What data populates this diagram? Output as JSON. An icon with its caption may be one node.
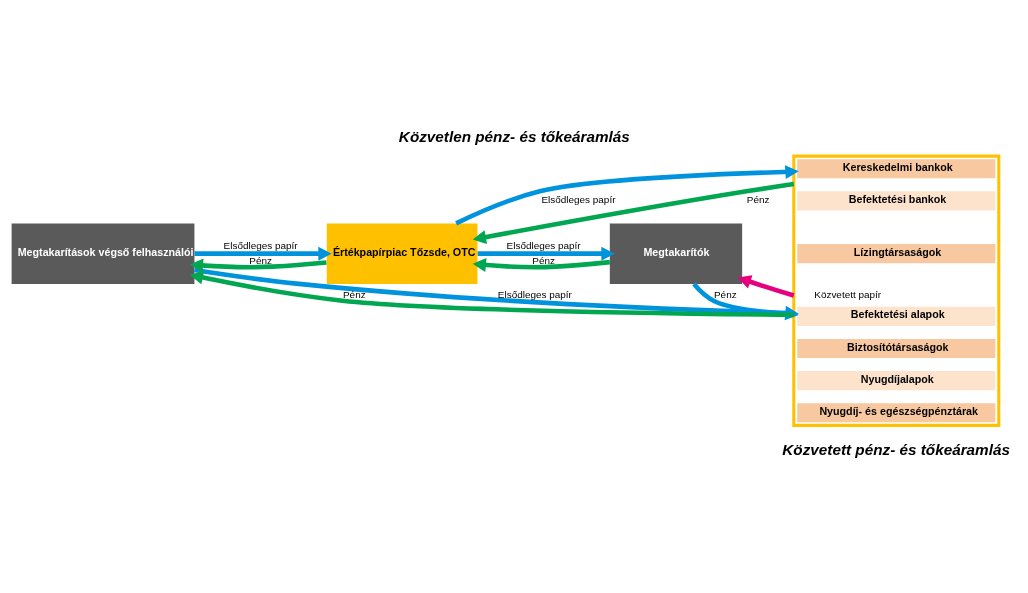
{
  "diagram": {
    "title": "Közvetlen pénz- és tőkeáramlás",
    "caption": "Közvetett pénz- és tőkeáramlás",
    "nodes": [
      {
        "text": [
          "Megtakarítások végső felhasználói"
        ]
      },
      {
        "text": [
          "Értékpapírpiac Tőzsde, OTC"
        ]
      },
      {
        "text": [
          "Megtakarítók"
        ]
      },
      {
        "text": [],
        "shape": "box"
      },
      {
        "text": [
          "Kereskedelmi bankok"
        ],
        "in": 3
      },
      {
        "text": [
          "Befektetési bankok"
        ],
        "in": 3
      },
      {
        "text": [
          "Lízingtársaságok"
        ],
        "in": 3
      },
      {
        "text": [
          "Befektetési alapok"
        ],
        "in": 3
      },
      {
        "text": [
          "Biztosítótársaságok"
        ],
        "in": 3
      },
      {
        "text": [
          "Nyugdíjalapok"
        ],
        "in": 3
      },
      {
        "text": [
          "Nyugdíj- és egészségpénztárak"
        ],
        "in": 3
      }
    ],
    "edges": [
      {
        "from": 1,
        "to": 0,
        "arrow": "to",
        "label": "Pénz",
        "color": "#00a650"
      },
      {
        "from": 0,
        "to": 1,
        "arrow": "to",
        "label": "Elsődleges papír",
        "color": "#0093dd"
      },
      {
        "from": 2,
        "to": 1,
        "arrow": "to",
        "label": "Pénz",
        "color": "#00a650"
      },
      {
        "from": 1,
        "to": 2,
        "arrow": "to",
        "label": "Elsődleges papír",
        "color": "#0093dd"
      },
      {
        "from": 1,
        "to": 3,
        "arrow": "to",
        "label": "Elsődleges papír",
        "color": "#0093dd"
      },
      {
        "from": 3,
        "to": 1,
        "arrow": "to",
        "label": "Pénz",
        "color": "#00a650"
      },
      {
        "from": 0,
        "to": 3,
        "arrow": "to",
        "label": "Elsődleges papír",
        "color": "#0093dd"
      },
      {
        "from": 3,
        "to": 0,
        "arrow": "to",
        "label": "Pénz",
        "color": "#00a650"
      },
      {
        "from": 2,
        "to": 3,
        "arrow": "to",
        "label": "Pénz",
        "color": "#0093dd"
      },
      {
        "from": 3,
        "to": 2,
        "arrow": "to",
        "label": "Közvetett papír",
        "color": "#e6007e"
      }
    ]
  }
}
